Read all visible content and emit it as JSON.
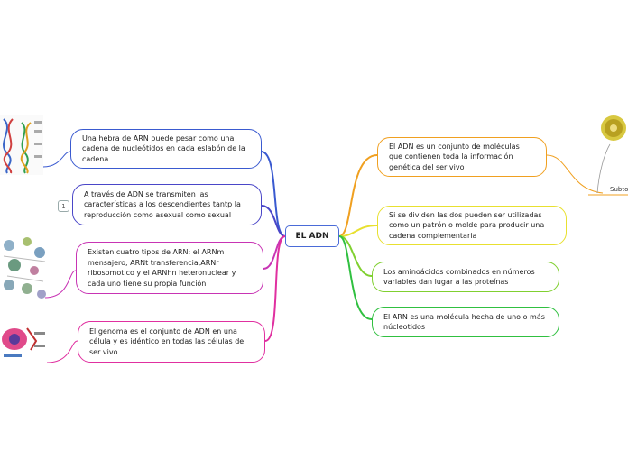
{
  "center": {
    "title": "EL ADN"
  },
  "left_nodes": [
    {
      "text": "Una hebra de ARN puede pesar como una cadena de nucleótidos en cada eslabón de la cadena"
    },
    {
      "text": "A través de ADN se transmiten las características a los descendientes tantp la reproducción como asexual como sexual"
    },
    {
      "text": "Existen cuatro tipos de ARN: el ARNm mensajero, ARNt transferencia,ARNr ribosomotico y el ARNhn heteronuclear y cada uno tiene su propia función"
    },
    {
      "text": "El genoma es el conjunto de ADN en una célula y es idéntico en todas las células del ser vivo"
    }
  ],
  "right_nodes": [
    {
      "text": "El ADN es un conjunto de moléculas que contienen toda la información genética del ser vivo"
    },
    {
      "text": "Si se dividen las dos pueden ser utilizadas como un patrón o molde para producir una cadena complementaria"
    },
    {
      "text": "Los aminoácidos combinados en números variables dan lugar a las proteínas"
    },
    {
      "text": "El ARN es una molécula hecha de uno o más núcleotidos"
    }
  ],
  "badge": "1",
  "subtopic": "Subto",
  "colors": {
    "left": [
      "#4a6bd8",
      "#3b55c8",
      "#c834b4",
      "#e030a0"
    ],
    "right": [
      "#f0a020",
      "#e8e030",
      "#80d030",
      "#30c040"
    ]
  }
}
